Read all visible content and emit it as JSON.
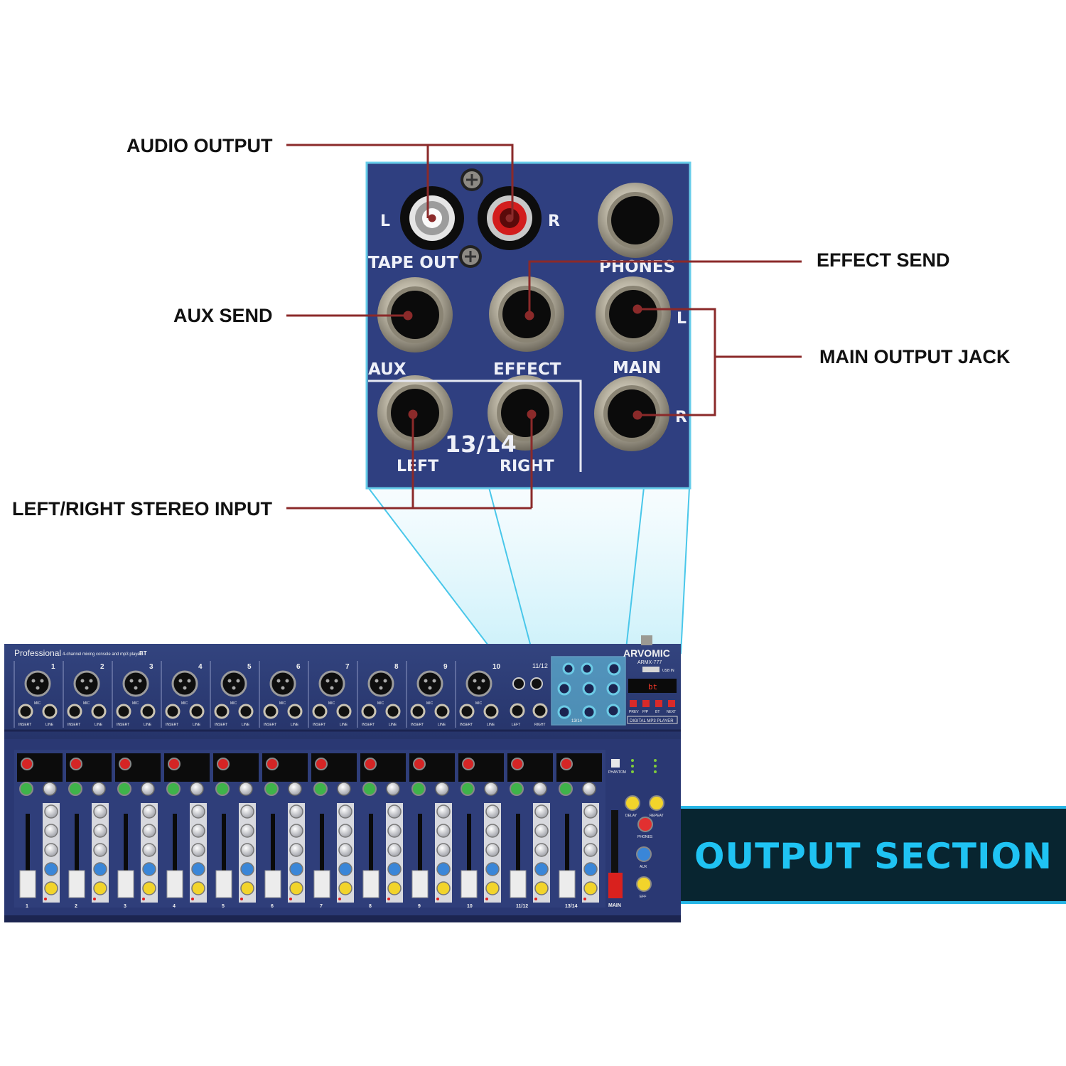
{
  "callouts": {
    "audio_output": "AUDIO OUTPUT",
    "aux_send": "AUX SEND",
    "effect_send": "EFFECT SEND",
    "main_output_jack": "MAIN OUTPUT JACK",
    "left_right_stereo_input": "LEFT/RIGHT STEREO INPUT"
  },
  "inset": {
    "l": "L",
    "r": "R",
    "tape_out": "TAPE OUT",
    "phones": "PHONES",
    "aux": "AUX",
    "effect": "EFFECT",
    "main": "MAIN",
    "main_l": "L",
    "main_r": "R",
    "stereo_channel": "13/14",
    "left": "LEFT",
    "right": "RIGHT"
  },
  "mixer": {
    "brand_line": "Professional",
    "subtitle": "4-channel mixing console and mp3 player",
    "bt": "BT",
    "logo": "ARVOMIC",
    "model": "ARMX-777",
    "usb": "USB IN",
    "display": "bt",
    "player_buttons": [
      "PREV",
      "P/P",
      "BT",
      "NEXT"
    ],
    "player_label": "DIGITAL MP3 PLAYER",
    "channel_numbers": [
      "1",
      "2",
      "3",
      "4",
      "5",
      "6",
      "7",
      "8",
      "9",
      "10"
    ],
    "stereo_numbers": [
      "11/12",
      "13/14"
    ],
    "mic": "MIC",
    "insert": "INSERT",
    "line": "LINE",
    "left": "LEFT",
    "right": "RIGHT",
    "main": "MAIN",
    "phantom": "PHANTOM",
    "strip_labels": [
      "1",
      "2",
      "3",
      "4",
      "5",
      "6",
      "7",
      "8",
      "9",
      "10",
      "11/12",
      "13/14"
    ],
    "master_knobs": [
      "DELAY",
      "REPEAT",
      "PHONES",
      "AUX",
      "EFF"
    ]
  },
  "banner": {
    "title": "OUTPUT SECTION"
  },
  "colors": {
    "panel_blue": "#2b3a78",
    "callout_line": "#8b2a2a",
    "banner_bg": "#082530",
    "banner_text": "#1fc3f3",
    "highlight": "#5fd3ef"
  }
}
